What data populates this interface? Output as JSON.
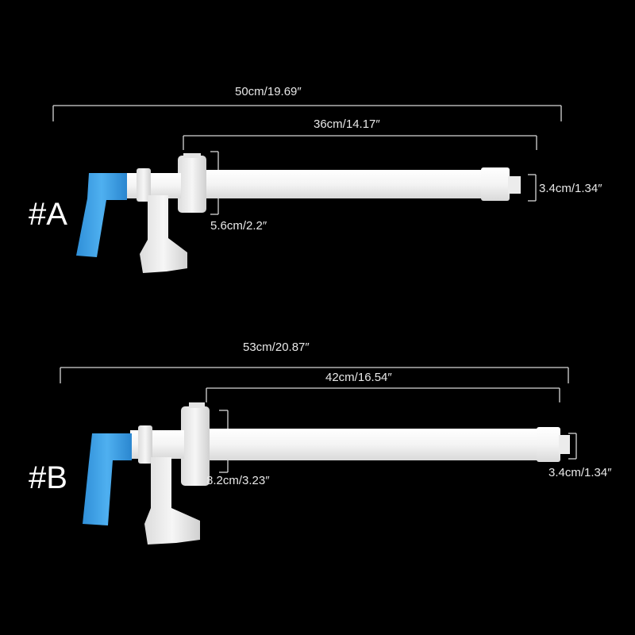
{
  "colors": {
    "background": "#000000",
    "pipe": "#f2f2f2",
    "handle": "#3ea1e6",
    "dimension_line": "#d6d6d6"
  },
  "variant_a": {
    "label": "#A",
    "overall_length": "50cm/19.69″",
    "tube_length": "36cm/14.17″",
    "flange_diameter": "5.6cm/2.2″",
    "tip_diameter": "3.4cm/1.34″"
  },
  "variant_b": {
    "label": "#B",
    "overall_length": "53cm/20.87″",
    "tube_length": "42cm/16.54″",
    "flange_diameter": "8.2cm/3.23″",
    "tip_diameter": "3.4cm/1.34″"
  }
}
